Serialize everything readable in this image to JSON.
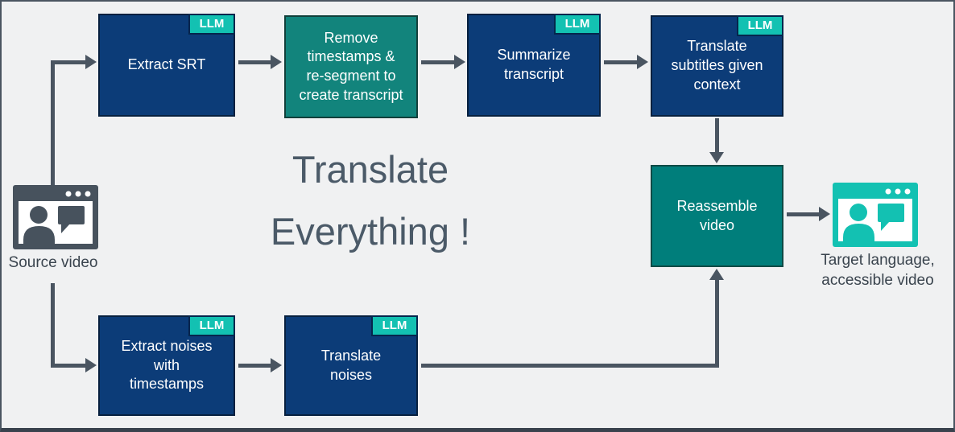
{
  "title": {
    "line1": "Translate",
    "line2": "Everything !"
  },
  "badge": {
    "label": "LLM"
  },
  "nodes": {
    "extract_srt": {
      "label": "Extract SRT",
      "llm": true,
      "color": "navy"
    },
    "remove_timestamps": {
      "label": "Remove\ntimestamps &\nre-segment to\ncreate transcript",
      "llm": false,
      "color": "teal"
    },
    "summarize_transcript": {
      "label": "Summarize\ntranscript",
      "llm": true,
      "color": "navy"
    },
    "translate_subtitles": {
      "label": "Translate\nsubtitles given\ncontext",
      "llm": true,
      "color": "navy"
    },
    "reassemble_video": {
      "label": "Reassemble\nvideo",
      "llm": false,
      "color": "teal"
    },
    "extract_noises": {
      "label": "Extract noises\nwith\ntimestamps",
      "llm": true,
      "color": "navy"
    },
    "translate_noises": {
      "label": "Translate\nnoises",
      "llm": true,
      "color": "navy"
    }
  },
  "endpoints": {
    "source": {
      "label": "Source video",
      "icon": "video-person-chat-icon"
    },
    "target": {
      "label": "Target language,\naccessible video",
      "icon": "video-person-chat-icon"
    }
  },
  "flow_edges": [
    {
      "from": "source",
      "to": "extract_srt"
    },
    {
      "from": "extract_srt",
      "to": "remove_timestamps"
    },
    {
      "from": "remove_timestamps",
      "to": "summarize_transcript"
    },
    {
      "from": "summarize_transcript",
      "to": "translate_subtitles"
    },
    {
      "from": "translate_subtitles",
      "to": "reassemble_video"
    },
    {
      "from": "source",
      "to": "extract_noises"
    },
    {
      "from": "extract_noises",
      "to": "translate_noises"
    },
    {
      "from": "translate_noises",
      "to": "reassemble_video"
    },
    {
      "from": "reassemble_video",
      "to": "target"
    }
  ],
  "colors": {
    "navy": "#0c3c78",
    "navy_border": "#07203f",
    "teal_process": "#12847c",
    "teal_reassemble": "#007e7b",
    "badge_teal": "#13c1b2",
    "arrow": "#4a5561",
    "background": "#f0f1f2",
    "title_text": "#4b5a68",
    "source_icon": "#47525d",
    "target_icon": "#13c1b2"
  }
}
